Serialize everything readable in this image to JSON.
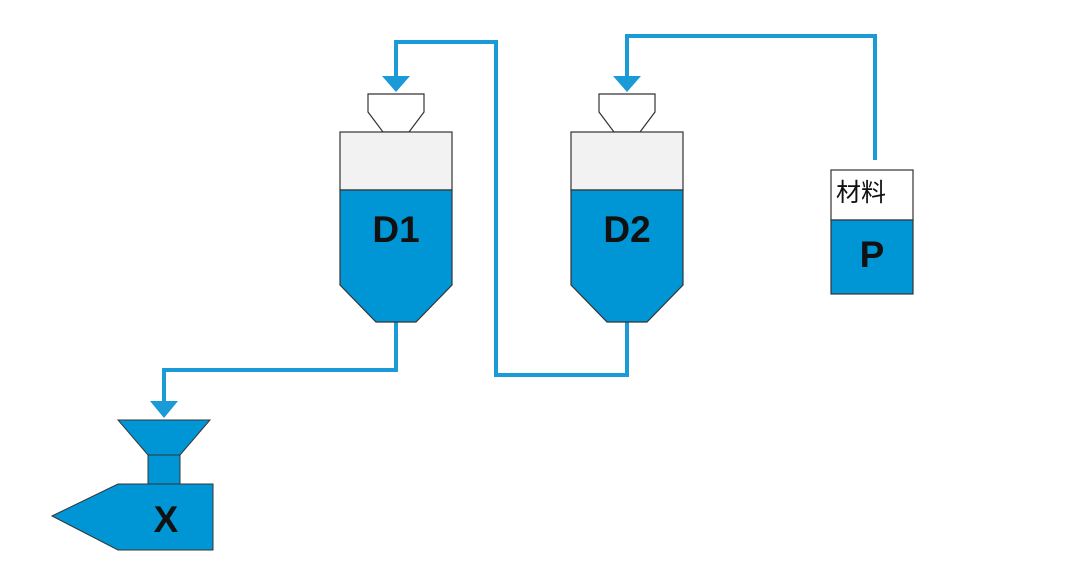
{
  "colors": {
    "pipe": "#1a9ad6",
    "fill": "#0096d6",
    "empty": "#f2f2f2",
    "outline": "#333333",
    "text": "#111111"
  },
  "hoppers": [
    {
      "label": "D1"
    },
    {
      "label": "D2"
    }
  ],
  "source": {
    "label": "P",
    "material_label": "材料"
  },
  "machine": {
    "label": "X"
  }
}
